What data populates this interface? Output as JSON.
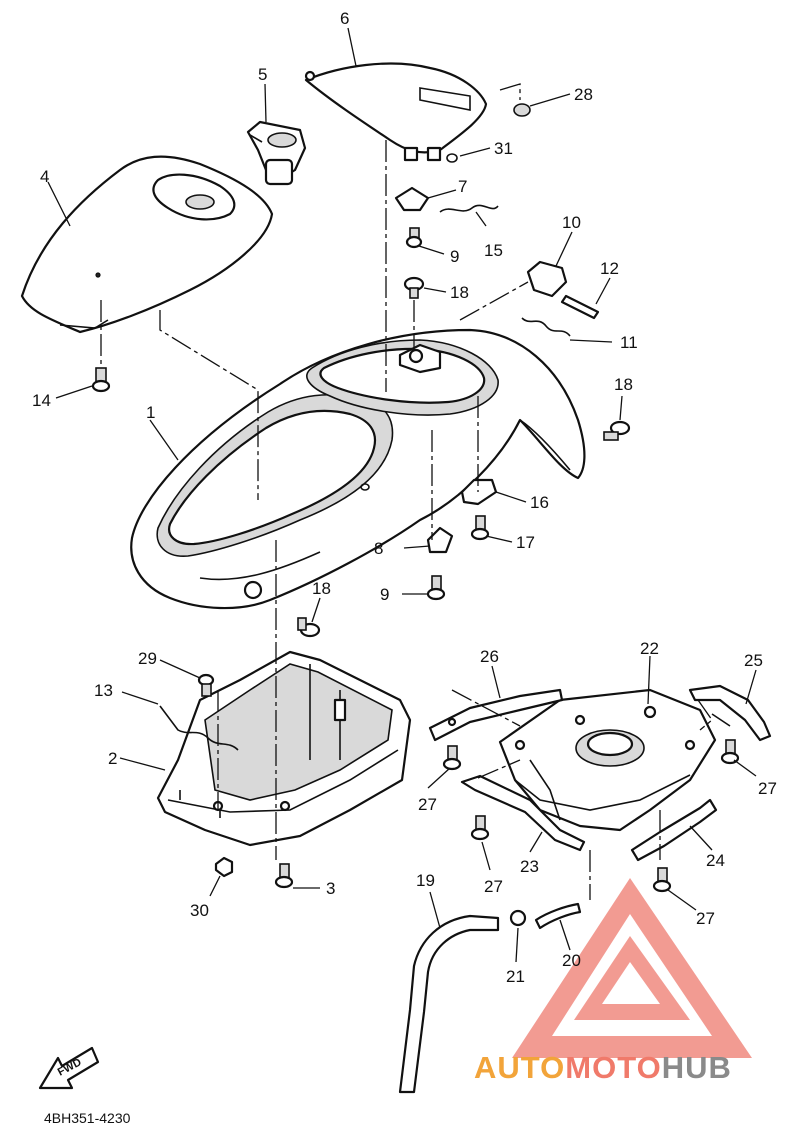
{
  "diagram": {
    "part_number": "4BH351-4230",
    "fwd_label": "FWD",
    "callouts": {
      "c1": "1",
      "c2": "2",
      "c3": "3",
      "c4": "4",
      "c5": "5",
      "c6": "6",
      "c7": "7",
      "c8": "8",
      "c9a": "9",
      "c9b": "9",
      "c10": "10",
      "c11": "11",
      "c12": "12",
      "c13": "13",
      "c14": "14",
      "c15": "15",
      "c16": "16",
      "c17": "17",
      "c18a": "18",
      "c18b": "18",
      "c18c": "18",
      "c19": "19",
      "c20": "20",
      "c21": "21",
      "c22": "22",
      "c23": "23",
      "c24": "24",
      "c25": "25",
      "c26": "26",
      "c27a": "27",
      "c27b": "27",
      "c27c": "27",
      "c27d": "27",
      "c28": "28",
      "c29": "29",
      "c30": "30",
      "c31": "31"
    }
  },
  "watermark": {
    "part1": "AUTO",
    "part2": "MOTO",
    "part3": "HUB",
    "colors": {
      "auto": "#f2a43a",
      "moto": "#f07a6a",
      "hub": "#8a8a8a",
      "triangle": "#f08a80"
    }
  }
}
